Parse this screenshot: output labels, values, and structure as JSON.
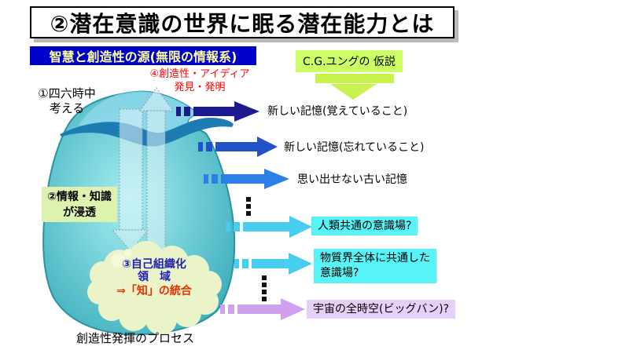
{
  "title": "②潜在意識の世界に眠る潜在能力とは",
  "source_banner": {
    "label": "智慧と創造性の源(無限の情報系)",
    "bg": "#0000cc",
    "fg": "#ffff99"
  },
  "jung": {
    "label": "C.G.ユングの 仮説",
    "bg": "#ccff66",
    "arrow_color": "#c8f24d"
  },
  "annotations": {
    "step1": "①四六時中\n考える",
    "step2": "②情報・知識\nが浸透",
    "step4": "④創造性・アイディア\n発見・発明",
    "step4_color": "#ff0000",
    "step2_bg": "#ddf2ae"
  },
  "cloud": {
    "line1": "③自己組織化",
    "line2": "領　域",
    "line3": "⇒「知」の統合",
    "fill": "#ebf4c9",
    "text_blue": "#1f1fb4",
    "text_red": "#e63000"
  },
  "caption": "創造性発揮のプロセス",
  "memory_levels": [
    {
      "label": "新しい記憶(覚えていること)",
      "arrow_color": "#1b1b8f",
      "highlight": null
    },
    {
      "label": "新しい記憶(忘れていること)",
      "arrow_color": "#2351c8",
      "highlight": null
    },
    {
      "label": "思い出せない古い記憶",
      "arrow_color": "#2d7fe8",
      "highlight": null
    },
    {
      "label": "人類共通の意識場?",
      "arrow_color": "#47cdf0",
      "highlight": "#57f3f7"
    },
    {
      "label": "物質界全体に共通した\n意識場?",
      "arrow_color": "#47cdf0",
      "highlight": "#57f3f7"
    },
    {
      "label": "宇宙の全時空(ビッグバン)?",
      "arrow_color": "#cfa0f0",
      "highlight": "#e6d0f8"
    }
  ],
  "iceberg": {
    "fill_center": "#a7eef2",
    "fill_edge": "#35aab8",
    "waterline_color": "#1e7cb4"
  }
}
